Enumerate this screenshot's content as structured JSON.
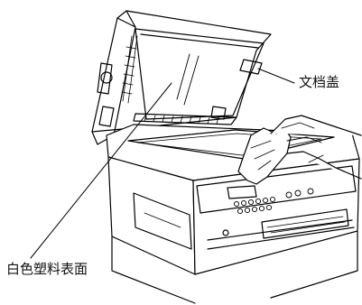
{
  "figure": {
    "illustration": "scanner-glass-cleaning-line-drawing",
    "line_color": "#000000",
    "background_color": "#ffffff",
    "callouts": {
      "document_cover": "文档盖",
      "white_plastic_surface": "白色塑料表面"
    }
  }
}
